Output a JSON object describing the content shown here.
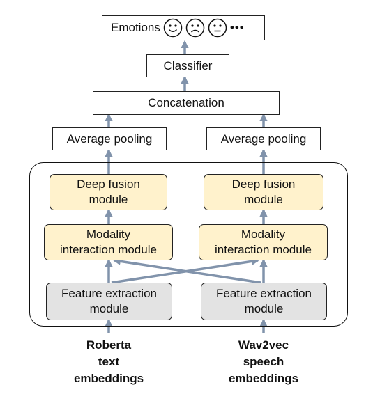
{
  "colors": {
    "arrow": "#8193ab",
    "module_fill": "#fff2cc",
    "extractor_fill": "#e3e3e3"
  },
  "output": {
    "label": "Emotions",
    "faces": [
      "happy-face-icon",
      "sad-face-icon",
      "neutral-face-icon"
    ],
    "ellipsis": "•••"
  },
  "classifier": "Classifier",
  "concatenation": "Concatenation",
  "branches": {
    "text": {
      "pooling": "Average pooling",
      "fusion": [
        "Deep fusion",
        "module"
      ],
      "interaction": [
        "Modality",
        "interaction module"
      ],
      "extraction": [
        "Feature extraction",
        "module"
      ],
      "input": [
        "Roberta",
        "text",
        "embeddings"
      ]
    },
    "speech": {
      "pooling": "Average pooling",
      "fusion": [
        "Deep fusion",
        "module"
      ],
      "interaction": [
        "Modality",
        "interaction module"
      ],
      "extraction": [
        "Feature extraction",
        "module"
      ],
      "input": [
        "Wav2vec",
        "speech",
        "embeddings"
      ]
    }
  }
}
